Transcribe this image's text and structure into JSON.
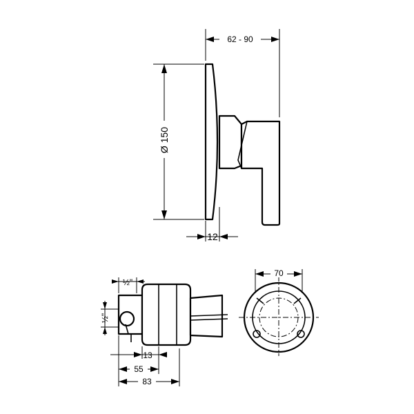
{
  "dimensions": {
    "projection": "62 - 90",
    "diameter": "Ø 150",
    "plate_thickness": "12",
    "thread_top": "½\"",
    "thread_side": "½\"",
    "depth_13": "13",
    "depth_55": "55",
    "depth_83": "83",
    "width_70": "70"
  }
}
